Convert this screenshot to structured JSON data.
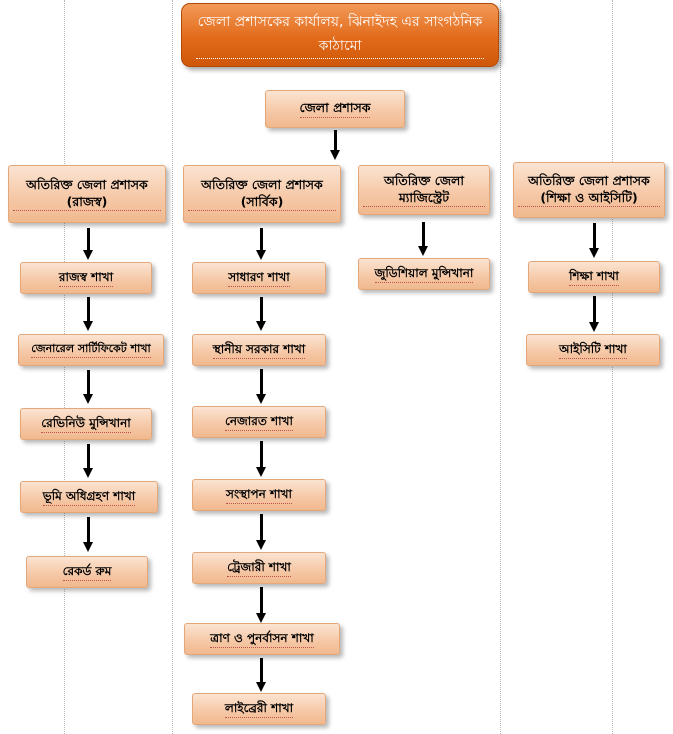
{
  "title": "জেলা প্রশাসকের কার্যালয়, ঝিনাইদহ এর সাংগঠনিক কাঠামো",
  "root": "জেলা প্রশাসক",
  "columns": [
    {
      "head": "অতিরিক্ত জেলা প্রশাসক (রাজস্ব)",
      "branches": [
        "রাজস্ব শাখা",
        "জেনারেল সার্টিফিকেট শাখা",
        "রেভিনিউ মুন্সিখানা",
        "ভূমি অধিগ্রহণ শাখা",
        "রেকর্ড রুম"
      ]
    },
    {
      "head": "অতিরিক্ত জেলা প্রশাসক (সার্বিক)",
      "branches": [
        "সাধারণ শাখা",
        "স্থানীয় সরকার শাখা",
        "নেজারত শাখা",
        "সংস্থাপন শাখা",
        "ট্রেজারী শাখা",
        "ত্রাণ ও পুনর্বাসন শাখা",
        "লাইব্রেরী শাখা"
      ]
    },
    {
      "head": "অতিরিক্ত জেলা ম্যাজিস্ট্রেট",
      "branches": [
        "জুডিশিয়াল মুন্সিখানা"
      ]
    },
    {
      "head": "অতিরিক্ত জেলা প্রশাসক (শিক্ষা ও আইসিটি)",
      "branches": [
        "শিক্ষা শাখা",
        "আইসিটি শাখা"
      ]
    }
  ]
}
